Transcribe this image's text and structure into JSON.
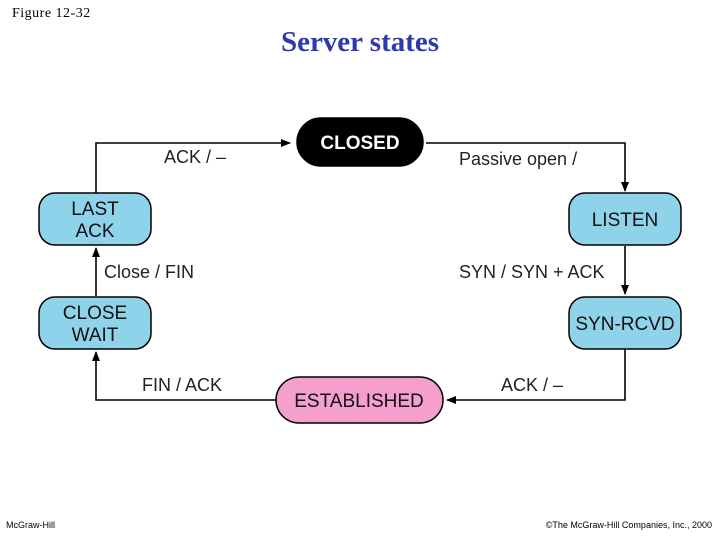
{
  "figure_label": "Figure 12-32",
  "title": "Server states",
  "footer": {
    "publisher": "McGraw-Hill",
    "copyright": "©The McGraw-Hill Companies, Inc., 2000"
  },
  "colors": {
    "title": "#2e38b0",
    "closed_fill": "#000000",
    "established_fill": "#f59fcf",
    "state_fill": "#8fd3ea",
    "arrow": "#000000"
  },
  "states": {
    "closed": "CLOSED",
    "listen": "LISTEN",
    "syn_rcvd": "SYN-RCVD",
    "established": "ESTABLISHED",
    "close_wait": [
      "CLOSE",
      "WAIT"
    ],
    "last_ack": [
      "LAST",
      "ACK"
    ]
  },
  "transitions": {
    "last_ack_to_closed": "ACK / –",
    "closed_to_listen": "Passive open /",
    "listen_to_syn_rcvd": "SYN / SYN + ACK",
    "syn_rcvd_to_established": "ACK / –",
    "established_to_close_wait": "FIN / ACK",
    "close_wait_to_last_ack": "Close / FIN"
  }
}
